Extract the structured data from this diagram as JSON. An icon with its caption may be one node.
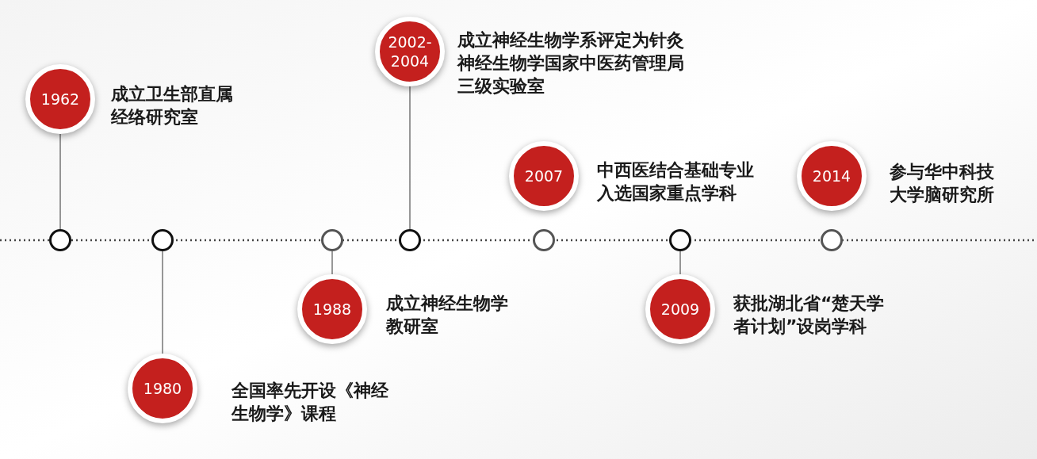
{
  "diagram": {
    "nodes": [
      {
        "text": [
          "1962"
        ],
        "beside": [
          "成立卫生部直属经络研究室"
        ]
      },
      {
        "text": [],
        "shape": "circle"
      },
      {
        "text": [
          "1980"
        ],
        "beside": [
          "全国率先开设《神经生物学》课程"
        ]
      },
      {
        "text": [],
        "shape": "circle"
      },
      {
        "text": [
          "1988"
        ],
        "beside": [
          "成立神经生物学教研室"
        ]
      },
      {
        "text": [],
        "shape": "circle"
      },
      {
        "text": [
          "2002-2004"
        ],
        "beside": [
          "成立神经生物学系评定为针灸神经生物学国家中医药管理局三级实验室"
        ]
      },
      {
        "text": [],
        "shape": "circle"
      },
      {
        "text": [
          "2007"
        ],
        "beside": [
          "中西医结合基础专业入选国家重点学科"
        ]
      },
      {
        "text": [],
        "shape": "circle"
      },
      {
        "text": [
          "2009"
        ],
        "beside": [
          "获批湖北省“楚天学者计划”设岗学科"
        ]
      },
      {
        "text": [],
        "shape": "circle"
      },
      {
        "text": [
          "2014"
        ],
        "beside": [
          "参与华中科技大学脑研究所"
        ]
      },
      {
        "text": [],
        "shape": "circle"
      }
    ],
    "edges": [
      {
        "from": 0,
        "to": 1,
        "arrow": "none"
      },
      {
        "from": 2,
        "to": 3,
        "arrow": "none"
      },
      {
        "from": 4,
        "to": 5,
        "arrow": "none"
      },
      {
        "from": 6,
        "to": 7,
        "arrow": "none"
      },
      {
        "from": 10,
        "to": 11,
        "arrow": "none"
      }
    ]
  }
}
